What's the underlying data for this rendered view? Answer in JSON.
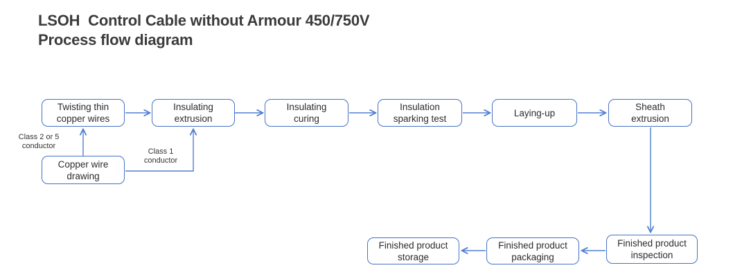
{
  "title": {
    "line1": "LSOH  Control Cable without Armour 450/750V",
    "line2": "Process flow diagram"
  },
  "colors": {
    "box_border": "#4472c4",
    "arrow": "#4f7ed1",
    "box_text": "#2b2b2b",
    "title_text": "#3b3b3b",
    "background": "#ffffff"
  },
  "nodes": {
    "twisting_thin_copper_wires": {
      "label": "Twisting thin\ncopper wires"
    },
    "insulating_extrusion": {
      "label": "Insulating\nextrusion"
    },
    "insulating_curing": {
      "label": "Insulating\ncuring"
    },
    "insulation_sparking_test": {
      "label": "Insulation\nsparking test"
    },
    "laying_up": {
      "label": "Laying-up"
    },
    "sheath_extrusion": {
      "label": "Sheath\nextrusion"
    },
    "copper_wire_drawing": {
      "label": "Copper wire\ndrawing"
    },
    "finished_product_inspection": {
      "label": "Finished product\ninspection"
    },
    "finished_product_packaging": {
      "label": "Finished product\npackaging"
    },
    "finished_product_storage": {
      "label": "Finished product\nstorage"
    }
  },
  "annotations": {
    "class_2_or_5": "Class 2 or 5\nconductor",
    "class_1": "Class 1\nconductor"
  },
  "edges": [
    {
      "from": "twisting_thin_copper_wires",
      "to": "insulating_extrusion"
    },
    {
      "from": "insulating_extrusion",
      "to": "insulating_curing"
    },
    {
      "from": "insulating_curing",
      "to": "insulation_sparking_test"
    },
    {
      "from": "insulation_sparking_test",
      "to": "laying_up"
    },
    {
      "from": "laying_up",
      "to": "sheath_extrusion"
    },
    {
      "from": "copper_wire_drawing",
      "to": "twisting_thin_copper_wires",
      "label": "Class 2 or 5 conductor"
    },
    {
      "from": "copper_wire_drawing",
      "to": "insulating_extrusion",
      "label": "Class 1 conductor"
    },
    {
      "from": "sheath_extrusion",
      "to": "finished_product_inspection"
    },
    {
      "from": "finished_product_inspection",
      "to": "finished_product_packaging"
    },
    {
      "from": "finished_product_packaging",
      "to": "finished_product_storage"
    }
  ]
}
